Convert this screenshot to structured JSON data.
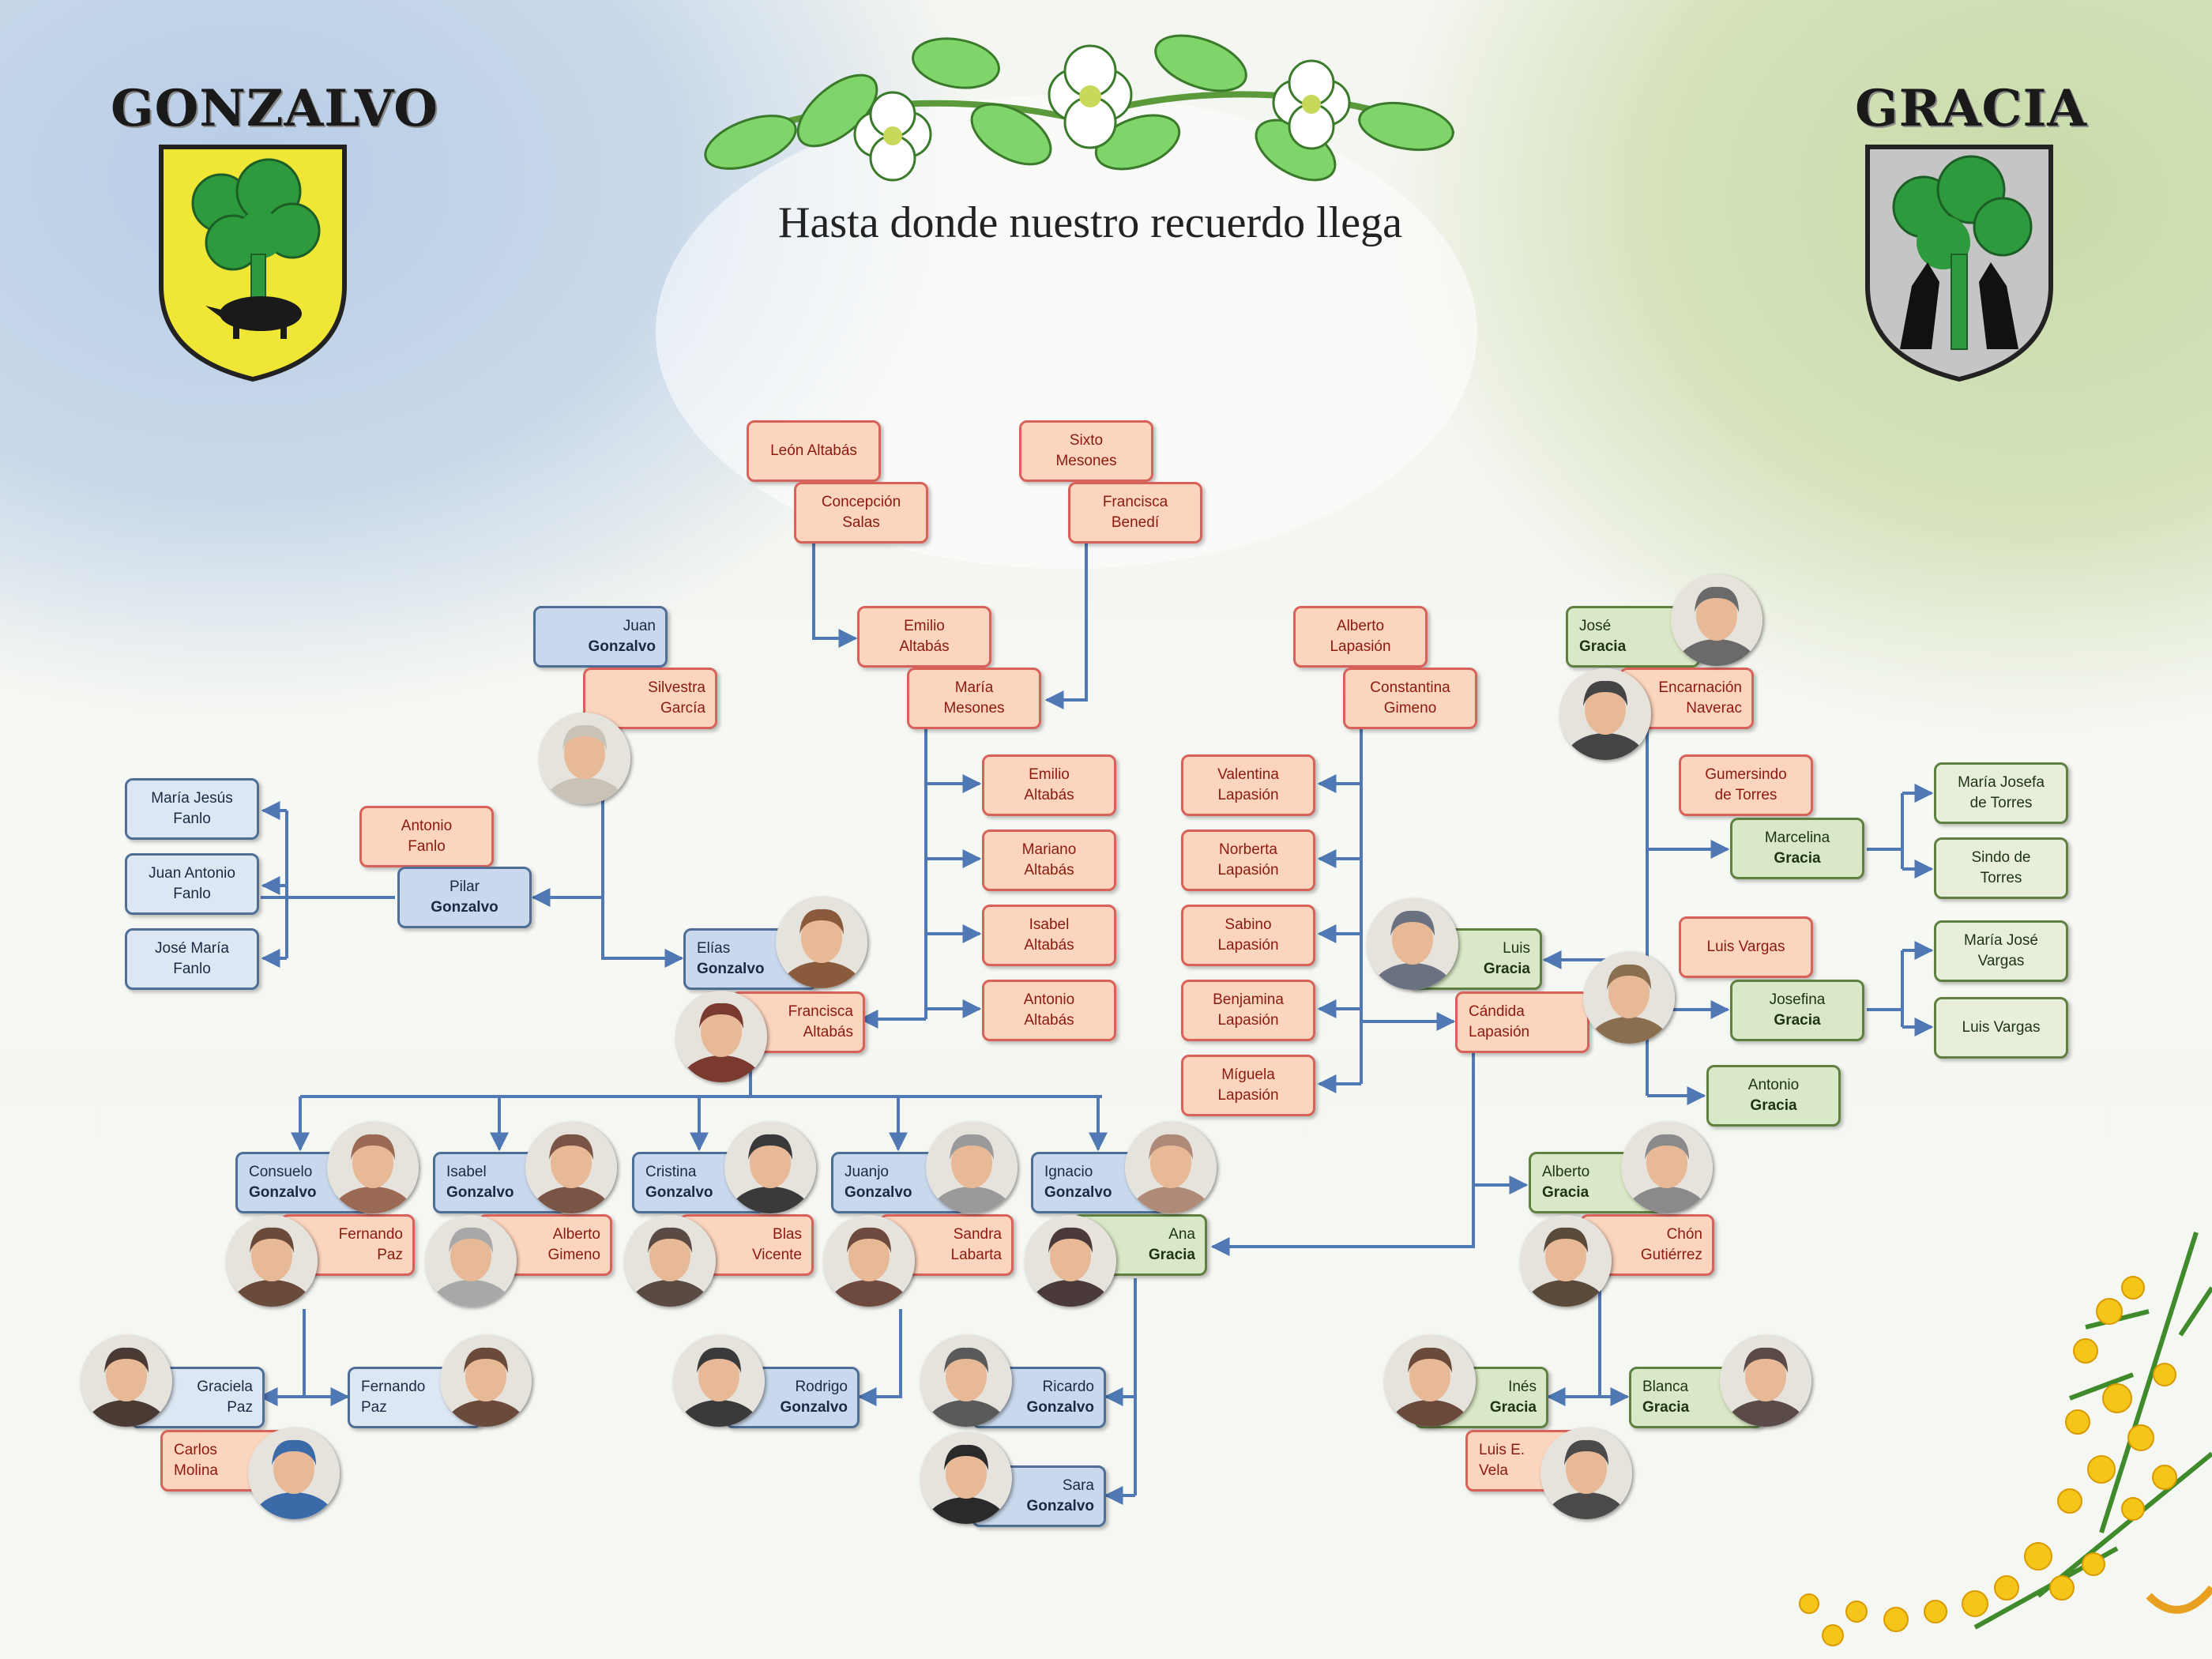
{
  "header": {
    "title": "Hasta donde nuestro recuerdo llega"
  },
  "families": {
    "left": "GONZALVO",
    "right": "GRACIA"
  },
  "colors": {
    "orange": "#fcd5bf",
    "blue": "#c9d8ec",
    "green": "#d9e8c6",
    "link": "#4f78b4"
  },
  "people": [
    {
      "id": "leon",
      "l1": "León Altabás",
      "l2": "",
      "style": "orange"
    },
    {
      "id": "concepcion",
      "l1": "Concepción",
      "l2": "Salas",
      "style": "orange"
    },
    {
      "id": "sixto",
      "l1": "Sixto",
      "l2": "Mesones",
      "style": "orange"
    },
    {
      "id": "francisca_b",
      "l1": "Francisca",
      "l2": "Benedí",
      "style": "orange"
    },
    {
      "id": "juan",
      "l1": "Juan",
      "l2": "Gonzalvo",
      "style": "blue"
    },
    {
      "id": "silvestra",
      "l1": "Silvestra",
      "l2": "García",
      "style": "orange"
    },
    {
      "id": "emilio1",
      "l1": "Emilio",
      "l2": "Altabás",
      "style": "orange"
    },
    {
      "id": "maria_m",
      "l1": "María",
      "l2": "Mesones",
      "style": "orange"
    },
    {
      "id": "alberto_l",
      "l1": "Alberto",
      "l2": "Lapasión",
      "style": "orange"
    },
    {
      "id": "constantina",
      "l1": "Constantina",
      "l2": "Gimeno",
      "style": "orange"
    },
    {
      "id": "jose_g",
      "l1": "José",
      "l2": "Gracia",
      "style": "green"
    },
    {
      "id": "encarnacion",
      "l1": "Encarnación",
      "l2": "Naverac",
      "style": "orange"
    },
    {
      "id": "mj_fanlo",
      "l1": "María Jesús",
      "l2": "Fanlo",
      "style": "lblue"
    },
    {
      "id": "ja_fanlo",
      "l1": "Juan Antonio",
      "l2": "Fanlo",
      "style": "lblue"
    },
    {
      "id": "jm_fanlo",
      "l1": "José María",
      "l2": "Fanlo",
      "style": "lblue"
    },
    {
      "id": "antonio_f",
      "l1": "Antonio",
      "l2": "Fanlo",
      "style": "orange"
    },
    {
      "id": "pilar",
      "l1": "Pilar",
      "l2": "Gonzalvo",
      "style": "blue"
    },
    {
      "id": "elias",
      "l1": "Elías",
      "l2": "Gonzalvo",
      "style": "blue"
    },
    {
      "id": "francisca_a",
      "l1": "Francisca",
      "l2": "Altabás",
      "style": "orange"
    },
    {
      "id": "emilio2",
      "l1": "Emilio",
      "l2": "Altabás",
      "style": "orange"
    },
    {
      "id": "mariano",
      "l1": "Mariano",
      "l2": "Altabás",
      "style": "orange"
    },
    {
      "id": "isabel_a",
      "l1": "Isabel",
      "l2": "Altabás",
      "style": "orange"
    },
    {
      "id": "antonio_a",
      "l1": "Antonio",
      "l2": "Altabás",
      "style": "orange"
    },
    {
      "id": "valentina",
      "l1": "Valentina",
      "l2": "Lapasión",
      "style": "orange"
    },
    {
      "id": "norberta",
      "l1": "Norberta",
      "l2": "Lapasión",
      "style": "orange"
    },
    {
      "id": "sabino",
      "l1": "Sabino",
      "l2": "Lapasión",
      "style": "orange"
    },
    {
      "id": "benjamina",
      "l1": "Benjamina",
      "l2": "Lapasión",
      "style": "orange"
    },
    {
      "id": "miguela",
      "l1": "Míguela",
      "l2": "Lapasión",
      "style": "orange"
    },
    {
      "id": "luis_g",
      "l1": "Luis",
      "l2": "Gracia",
      "style": "green"
    },
    {
      "id": "candida",
      "l1": "Cándida",
      "l2": "Lapasión",
      "style": "orange"
    },
    {
      "id": "gumersindo",
      "l1": "Gumersindo",
      "l2": "de Torres",
      "style": "orange"
    },
    {
      "id": "marcelina",
      "l1": "Marcelina",
      "l2": "Gracia",
      "style": "green"
    },
    {
      "id": "luis_vargas1",
      "l1": "Luis Vargas",
      "l2": "",
      "style": "orange"
    },
    {
      "id": "josefina",
      "l1": "Josefina",
      "l2": "Gracia",
      "style": "green"
    },
    {
      "id": "antonio_g",
      "l1": "Antonio",
      "l2": "Gracia",
      "style": "green"
    },
    {
      "id": "mjosefa",
      "l1": "María Josefa",
      "l2": "de Torres",
      "style": "lgreen"
    },
    {
      "id": "sindo",
      "l1": "Sindo de",
      "l2": "Torres",
      "style": "lgreen"
    },
    {
      "id": "mjose_v",
      "l1": "María José",
      "l2": "Vargas",
      "style": "lgreen"
    },
    {
      "id": "luis_vargas2",
      "l1": "Luis Vargas",
      "l2": "",
      "style": "lgreen"
    },
    {
      "id": "consuelo",
      "l1": "Consuelo",
      "l2": "Gonzalvo",
      "style": "blue"
    },
    {
      "id": "fernando_p",
      "l1": "Fernando",
      "l2": "Paz",
      "style": "orange"
    },
    {
      "id": "isabel_g",
      "l1": "Isabel",
      "l2": "Gonzalvo",
      "style": "blue"
    },
    {
      "id": "alberto_gi",
      "l1": "Alberto",
      "l2": "Gimeno",
      "style": "orange"
    },
    {
      "id": "cristina",
      "l1": "Cristina",
      "l2": "Gonzalvo",
      "style": "blue"
    },
    {
      "id": "blas",
      "l1": "Blas",
      "l2": "Vicente",
      "style": "orange"
    },
    {
      "id": "juanjo",
      "l1": "Juanjo",
      "l2": "Gonzalvo",
      "style": "blue"
    },
    {
      "id": "sandra",
      "l1": "Sandra",
      "l2": "Labarta",
      "style": "orange"
    },
    {
      "id": "ignacio",
      "l1": "Ignacio",
      "l2": "Gonzalvo",
      "style": "blue"
    },
    {
      "id": "ana",
      "l1": "Ana",
      "l2": "Gracia",
      "style": "green"
    },
    {
      "id": "alberto_gr",
      "l1": "Alberto",
      "l2": "Gracia",
      "style": "green"
    },
    {
      "id": "chon",
      "l1": "Chón",
      "l2": "Gutiérrez",
      "style": "orange"
    },
    {
      "id": "graciela",
      "l1": "Graciela",
      "l2": "Paz",
      "style": "lblue"
    },
    {
      "id": "fernando_p2",
      "l1": "Fernando",
      "l2": "Paz",
      "style": "lblue"
    },
    {
      "id": "carlos",
      "l1": "Carlos",
      "l2": "Molina",
      "style": "orange"
    },
    {
      "id": "rodrigo",
      "l1": "Rodrigo",
      "l2": "Gonzalvo",
      "style": "blue"
    },
    {
      "id": "ricardo",
      "l1": "Ricardo",
      "l2": "Gonzalvo",
      "style": "blue"
    },
    {
      "id": "sara",
      "l1": "Sara",
      "l2": "Gonzalvo",
      "style": "blue"
    },
    {
      "id": "ines",
      "l1": "Inés",
      "l2": "Gracia",
      "style": "green"
    },
    {
      "id": "blanca",
      "l1": "Blanca",
      "l2": "Gracia",
      "style": "green"
    },
    {
      "id": "luis_vela",
      "l1": "Luis E.",
      "l2": "Vela",
      "style": "orange"
    }
  ]
}
